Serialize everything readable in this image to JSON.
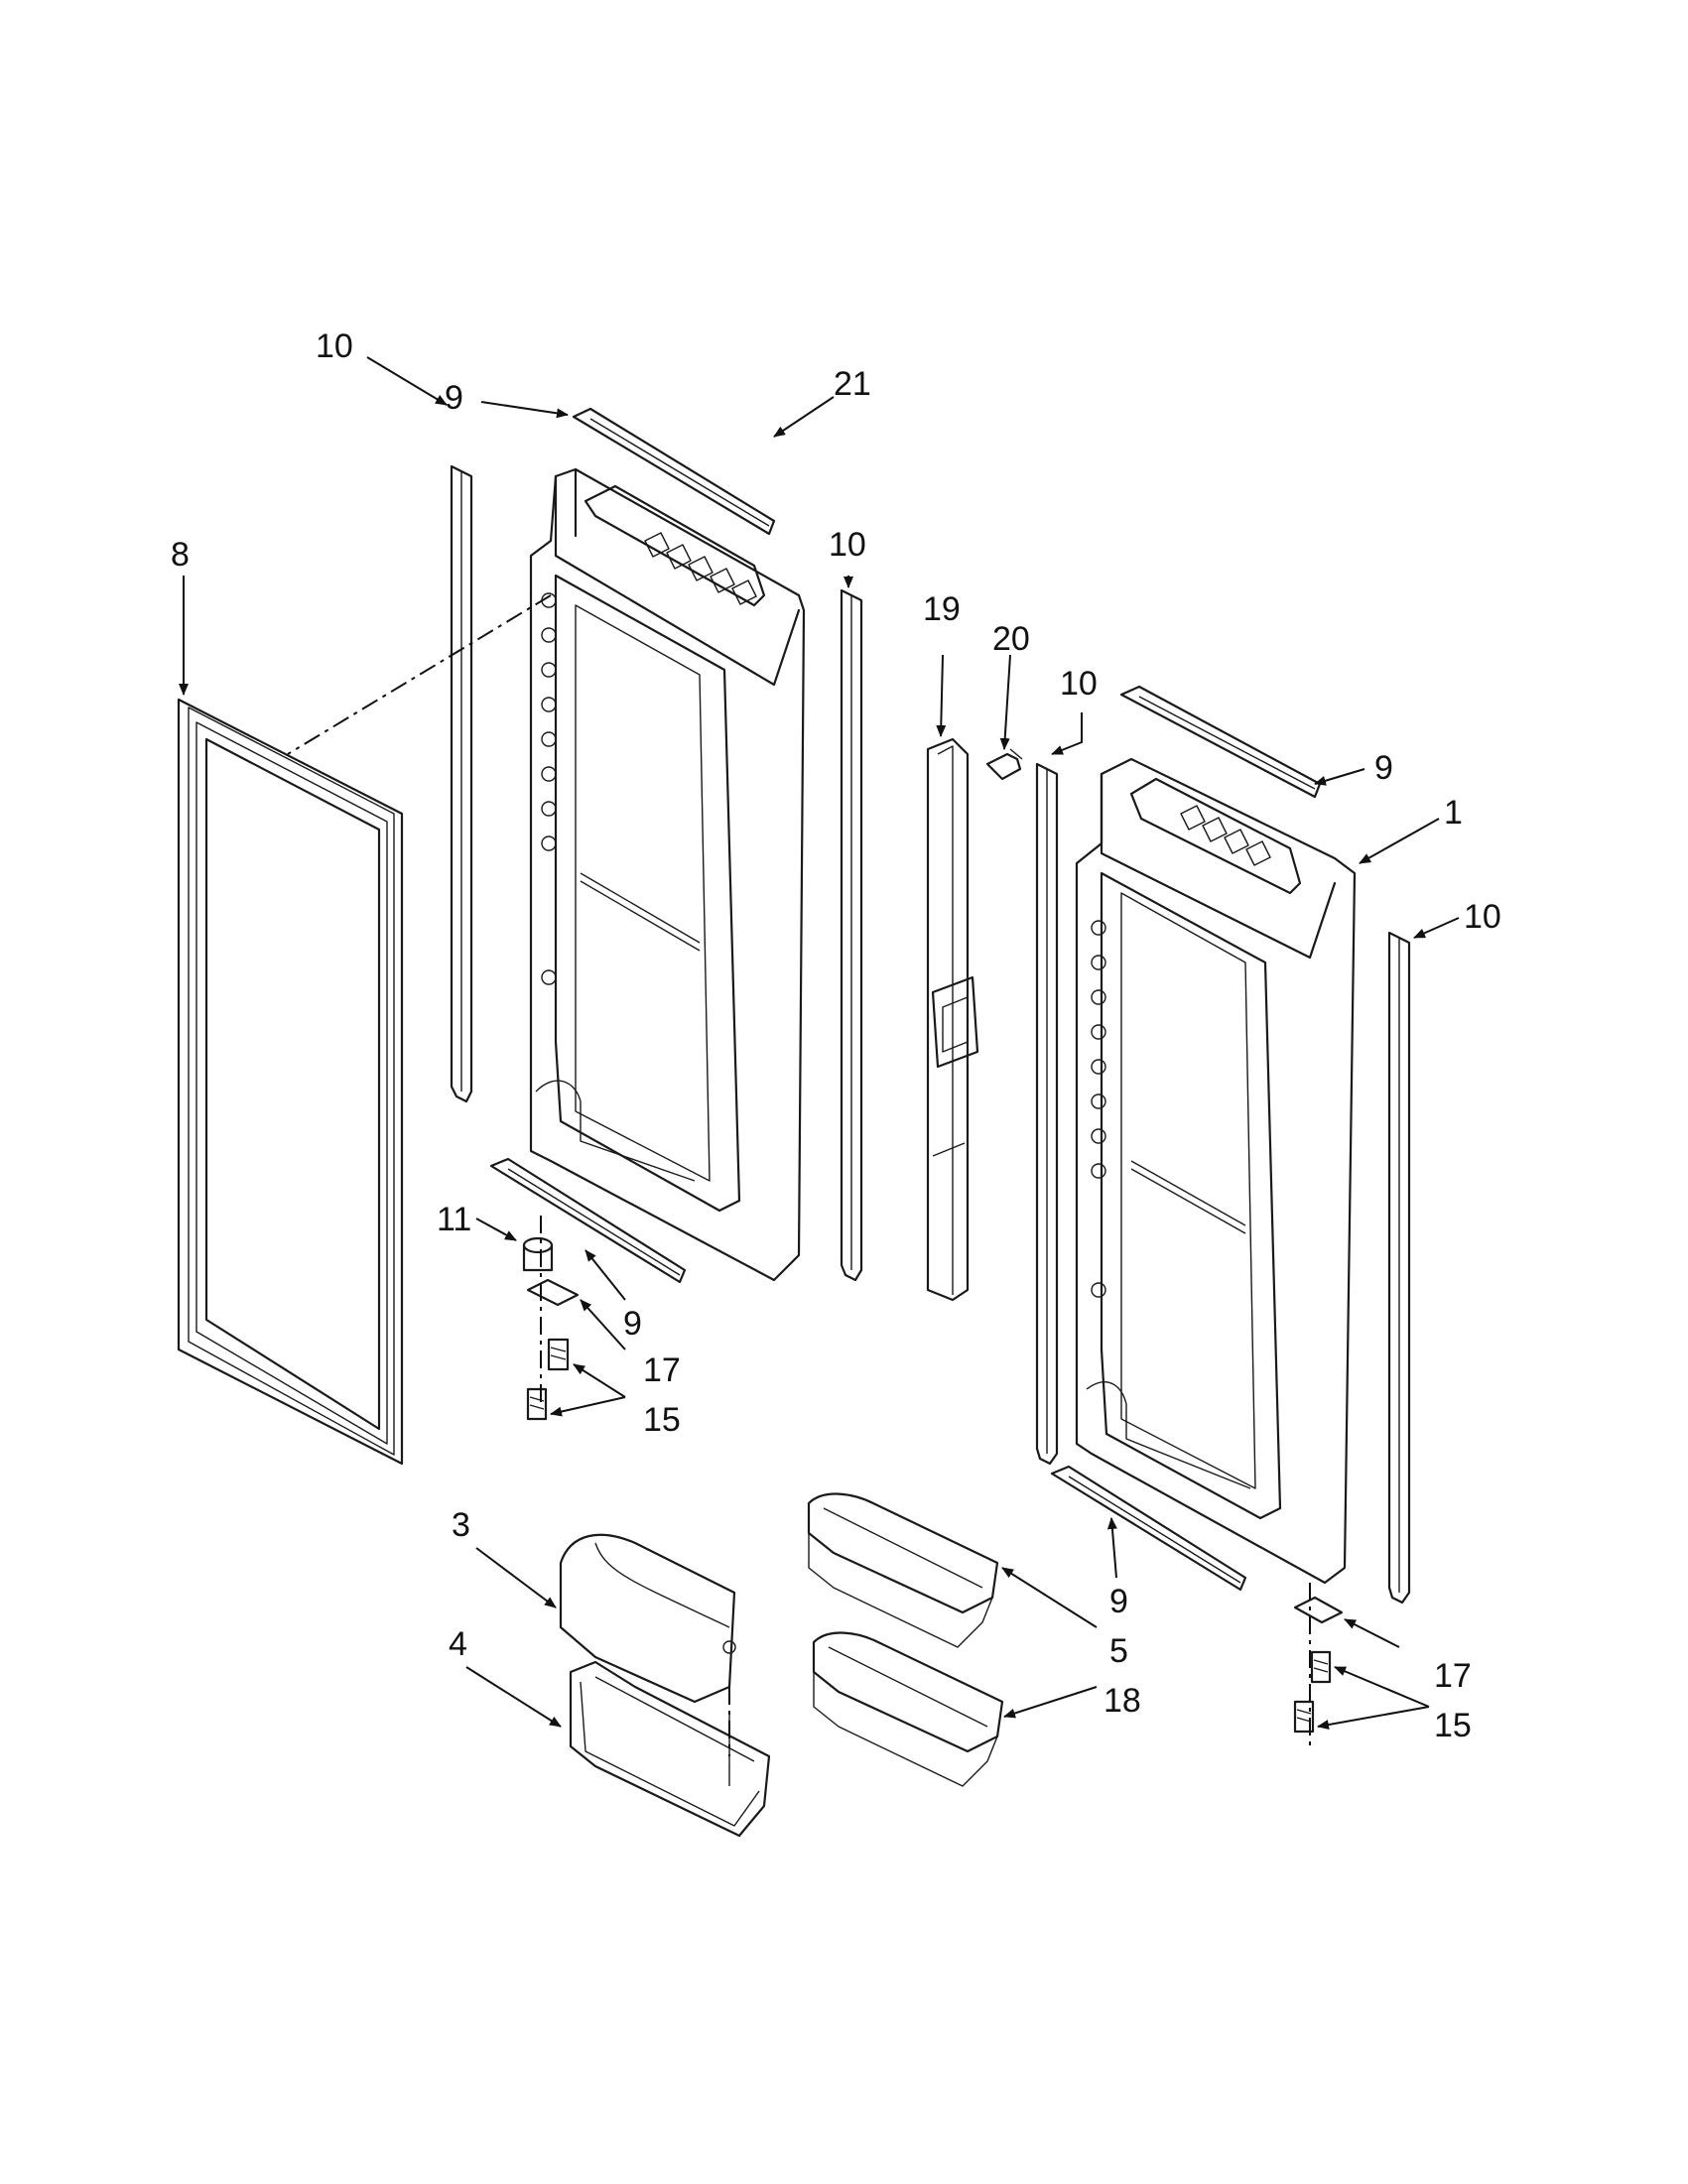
{
  "callouts": {
    "c1": "1",
    "c3": "3",
    "c4": "4",
    "c5": "5",
    "c8": "8",
    "c9_top_left": "9",
    "c9_top_right": "9",
    "c9_mid_left": "9",
    "c9_mid_right": "9",
    "c10_left": "10",
    "c10_center": "10",
    "c10_right_inner": "10",
    "c10_right_outer": "10",
    "c11": "11",
    "c15_left": "15",
    "c15_right": "15",
    "c17_left": "17",
    "c17_right": "17",
    "c18": "18",
    "c19": "19",
    "c20": "20",
    "c21": "21"
  },
  "colors": {
    "line": "#1a1a1a",
    "background": "#ffffff"
  }
}
